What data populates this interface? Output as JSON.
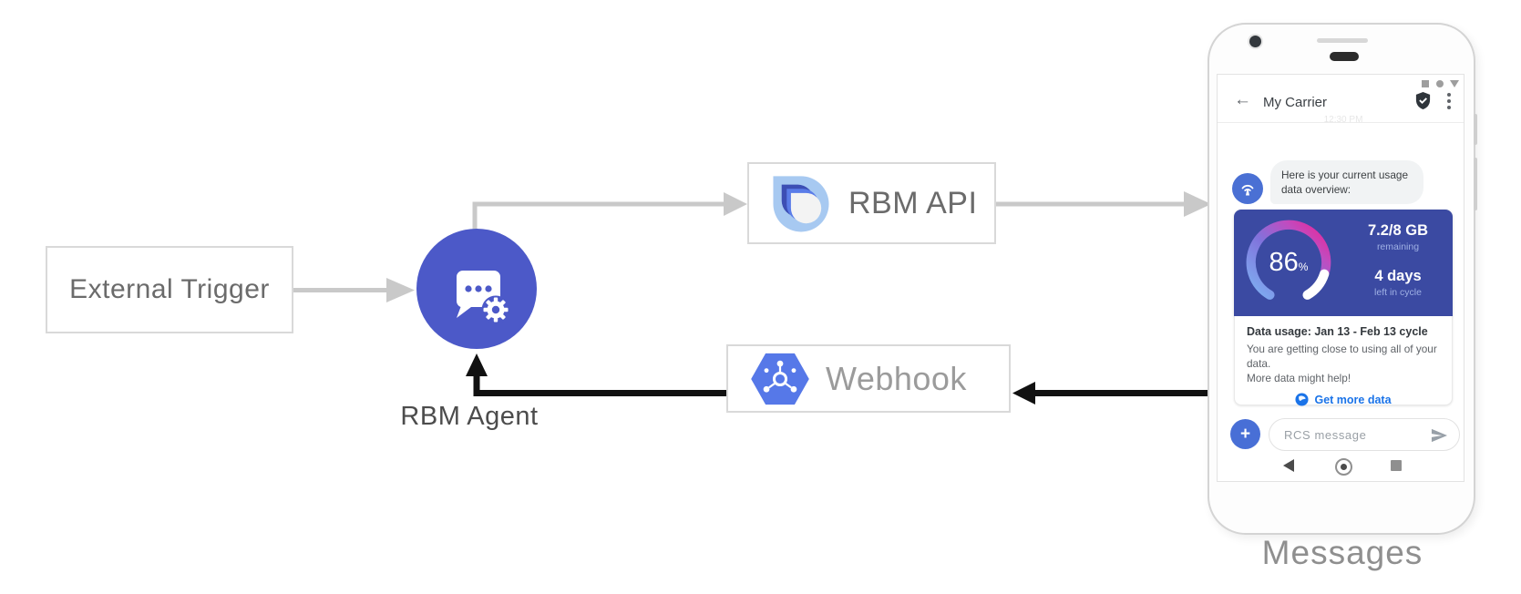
{
  "colors": {
    "arrow_gray": "#c9c9c9",
    "arrow_black": "#111111",
    "box_border": "#d9d9d9",
    "box_text_gray": "#6b6b6b",
    "agent_blue": "#4c59c8",
    "hexagon_blue": "#5678e8",
    "card_indigo": "#3b4aa2",
    "avatar_blue": "#4a70d4",
    "link_blue": "#1a73e8",
    "gauge_gradient_start": "#7eb1f2",
    "gauge_gradient_end": "#ec2395"
  },
  "diagram": {
    "external_trigger_label": "External Trigger",
    "rbm_agent_label": "RBM Agent",
    "rbm_api_label": "RBM API",
    "webhook_label": "Webhook",
    "messages_caption": "Messages"
  },
  "phone": {
    "header": {
      "title": "My Carrier"
    },
    "timestamp": "12:30 PM",
    "bubble": {
      "line1": "Here is your current usage",
      "line2": "data overview:"
    },
    "card": {
      "gauge_percent": "86",
      "gauge_suffix": "%",
      "remaining_value": "7.2/8 GB",
      "remaining_label": "remaining",
      "days_value": "4 days",
      "days_label": "left in cycle",
      "title": "Data usage: Jan 13 - Feb 13 cycle",
      "body_line1": "You are getting close to using all of your data.",
      "body_line2": "More data might help!",
      "cta_label": "Get more data"
    },
    "composer": {
      "placeholder": "RCS message"
    },
    "plus_symbol": "+"
  }
}
